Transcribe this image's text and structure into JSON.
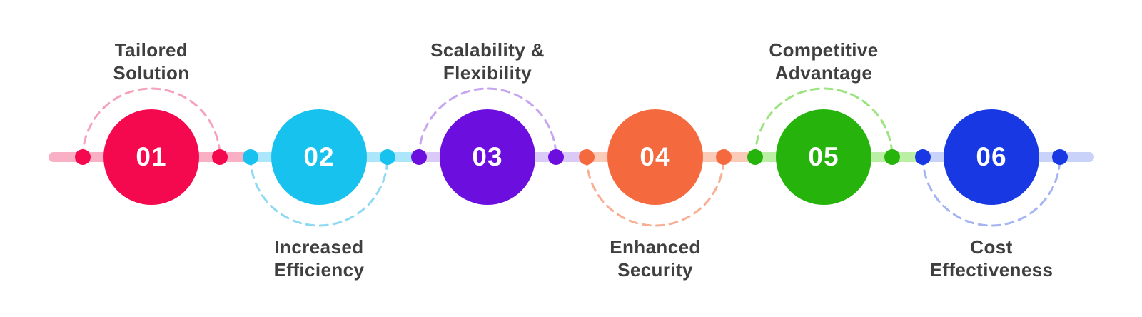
{
  "diagram": {
    "type": "horizontal-timeline",
    "background": "#ffffff",
    "label_text_color": "#3f3f3f",
    "number_text_color": "#ffffff"
  },
  "steps": [
    {
      "number": "01",
      "label": "Tailored Solution",
      "lines": [
        "Tailored",
        "Solution"
      ],
      "label_position": "above",
      "color": "#F5094E",
      "tint": "#F9AFC4",
      "dash_color": "#F5A3BB"
    },
    {
      "number": "02",
      "label": "Increased Efficiency",
      "lines": [
        "Increased",
        "Efficiency"
      ],
      "label_position": "below",
      "color": "#17C2EE",
      "tint": "#ABE6FA",
      "dash_color": "#8FD9F3"
    },
    {
      "number": "03",
      "label": "Scalability & Flexibility",
      "lines": [
        "Scalability &",
        "Flexibility"
      ],
      "label_position": "above",
      "color": "#6C0EDD",
      "tint": "#DBC9F8",
      "dash_color": "#C7A6F0"
    },
    {
      "number": "04",
      "label": "Enhanced Security",
      "lines": [
        "Enhanced",
        "Security"
      ],
      "label_position": "below",
      "color": "#F5693F",
      "tint": "#FBCBB9",
      "dash_color": "#F7B094"
    },
    {
      "number": "05",
      "label": "Competitive Advantage",
      "lines": [
        "Competitive",
        "Advantage"
      ],
      "label_position": "above",
      "color": "#25B30C",
      "tint": "#BBEFA6",
      "dash_color": "#9CE480"
    },
    {
      "number": "06",
      "label": "Cost Effectiveness",
      "lines": [
        "Cost",
        "Effectiveness"
      ],
      "label_position": "below",
      "color": "#1738E3",
      "tint": "#C9D2F8",
      "dash_color": "#A5B4F2"
    }
  ]
}
